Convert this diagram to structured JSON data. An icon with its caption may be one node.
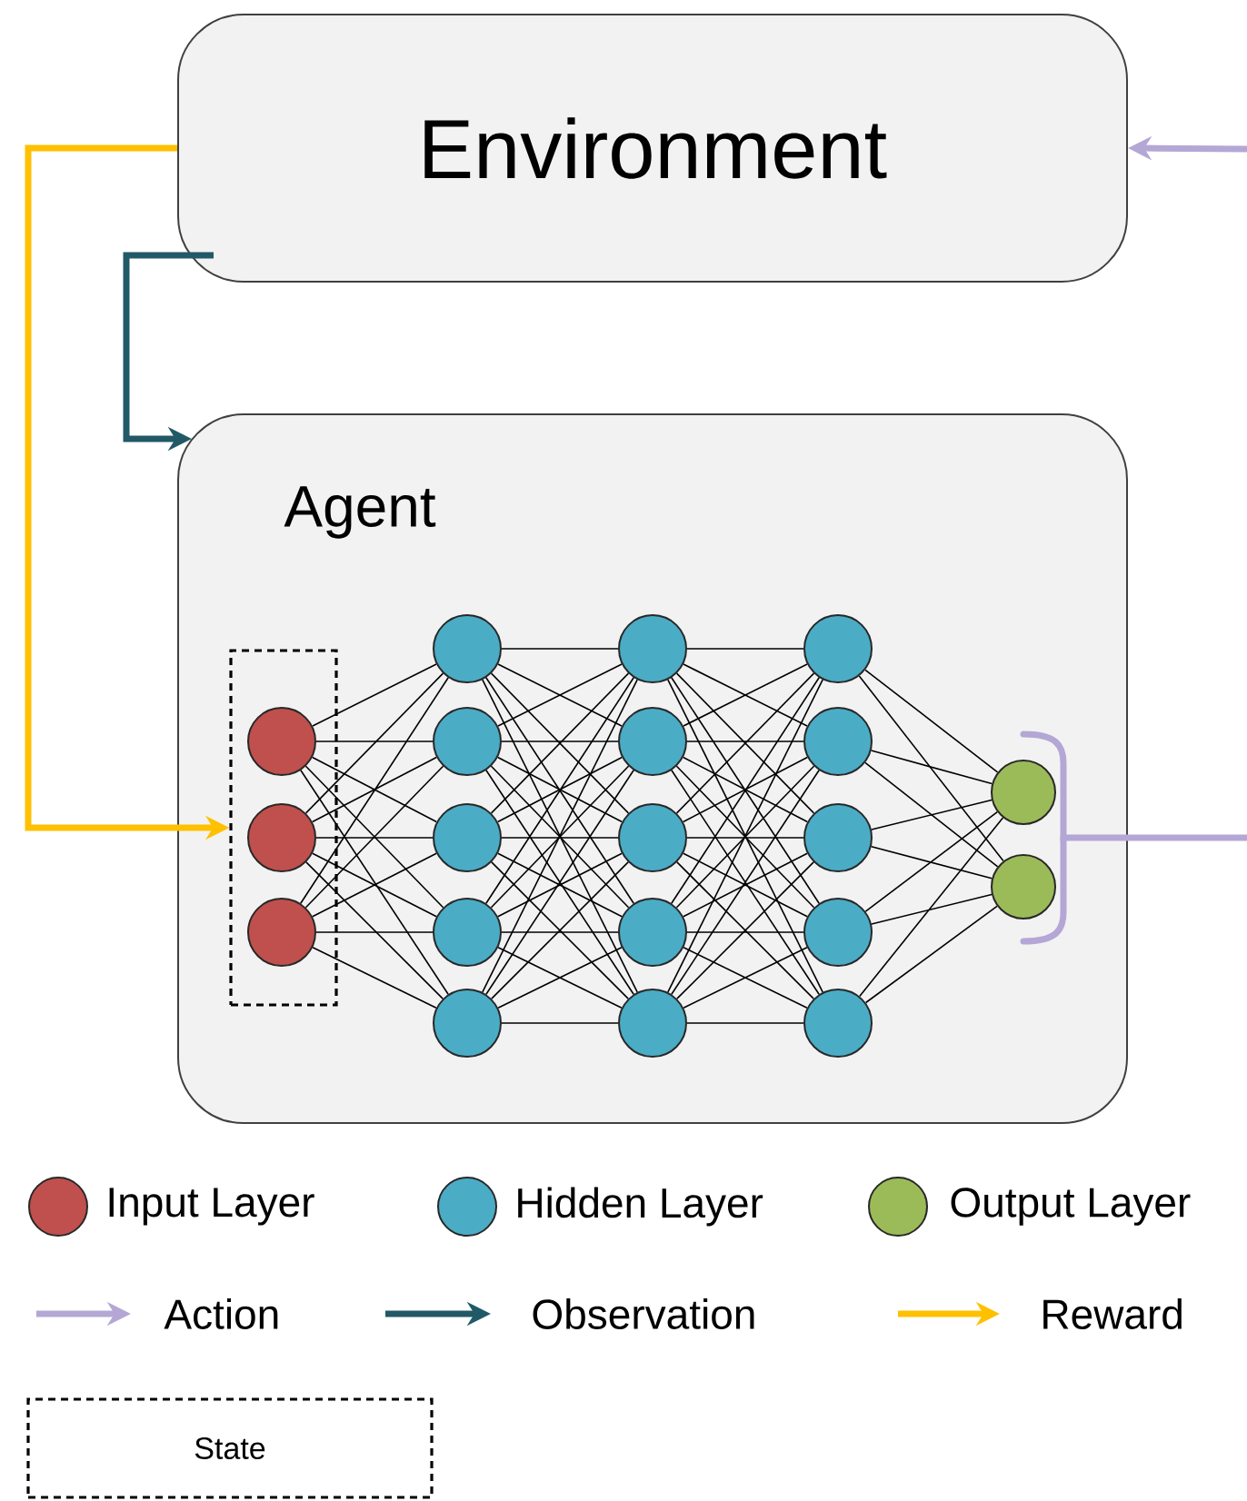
{
  "diagram": {
    "nodes": [
      {
        "text": [
          "Environment"
        ]
      },
      {
        "text": [
          "Agent"
        ]
      },
      {
        "text": [],
        "shape": "box",
        "in": 1
      },
      {
        "text": [],
        "shape": "circle",
        "in": 2
      },
      {
        "text": [],
        "shape": "circle",
        "in": 2
      },
      {
        "text": [],
        "shape": "circle",
        "in": 2
      },
      {
        "text": [],
        "shape": "circle",
        "in": 1
      },
      {
        "text": [],
        "shape": "circle",
        "in": 1
      },
      {
        "text": [],
        "shape": "circle",
        "in": 1
      },
      {
        "text": [],
        "shape": "circle",
        "in": 1
      },
      {
        "text": [],
        "shape": "circle",
        "in": 1
      },
      {
        "text": [],
        "shape": "circle",
        "in": 1
      },
      {
        "text": [],
        "shape": "circle",
        "in": 1
      },
      {
        "text": [],
        "shape": "circle",
        "in": 1
      },
      {
        "text": [],
        "shape": "circle",
        "in": 1
      },
      {
        "text": [],
        "shape": "circle",
        "in": 1
      },
      {
        "text": [],
        "shape": "circle",
        "in": 1
      },
      {
        "text": [],
        "shape": "circle",
        "in": 1
      },
      {
        "text": [],
        "shape": "circle",
        "in": 1
      },
      {
        "text": [],
        "shape": "circle",
        "in": 1
      },
      {
        "text": [],
        "shape": "circle",
        "in": 1
      },
      {
        "text": [],
        "shape": "circle",
        "in": 1
      },
      {
        "text": [],
        "shape": "circle",
        "in": 1
      }
    ],
    "edges": [
      {
        "from": 0,
        "to": 1,
        "arrow": "to",
        "style": "thick",
        "color": "#215967"
      },
      {
        "from": 0,
        "to": 2,
        "arrow": "to",
        "style": "thick",
        "color": "#ffc000"
      },
      {
        "from": null,
        "to": 0,
        "arrow": "to",
        "style": "thick",
        "color": "#b4a7d6"
      },
      {
        "from": 21,
        "to": null,
        "arrow": "none",
        "style": "thick",
        "color": "#b4a7d6"
      },
      {
        "from": 22,
        "to": null,
        "arrow": "none",
        "style": "thick",
        "color": "#b4a7d6"
      },
      {
        "from": 3,
        "to": 6,
        "arrow": "none"
      },
      {
        "from": 3,
        "to": 7,
        "arrow": "none"
      },
      {
        "from": 3,
        "to": 8,
        "arrow": "none"
      },
      {
        "from": 3,
        "to": 9,
        "arrow": "none"
      },
      {
        "from": 3,
        "to": 10,
        "arrow": "none"
      },
      {
        "from": 4,
        "to": 6,
        "arrow": "none"
      },
      {
        "from": 4,
        "to": 7,
        "arrow": "none"
      },
      {
        "from": 4,
        "to": 8,
        "arrow": "none"
      },
      {
        "from": 4,
        "to": 9,
        "arrow": "none"
      },
      {
        "from": 4,
        "to": 10,
        "arrow": "none"
      },
      {
        "from": 5,
        "to": 6,
        "arrow": "none"
      },
      {
        "from": 5,
        "to": 7,
        "arrow": "none"
      },
      {
        "from": 5,
        "to": 8,
        "arrow": "none"
      },
      {
        "from": 5,
        "to": 9,
        "arrow": "none"
      },
      {
        "from": 5,
        "to": 10,
        "arrow": "none"
      },
      {
        "from": 6,
        "to": 11,
        "arrow": "none"
      },
      {
        "from": 6,
        "to": 12,
        "arrow": "none"
      },
      {
        "from": 6,
        "to": 13,
        "arrow": "none"
      },
      {
        "from": 6,
        "to": 14,
        "arrow": "none"
      },
      {
        "from": 6,
        "to": 15,
        "arrow": "none"
      },
      {
        "from": 7,
        "to": 11,
        "arrow": "none"
      },
      {
        "from": 7,
        "to": 12,
        "arrow": "none"
      },
      {
        "from": 7,
        "to": 13,
        "arrow": "none"
      },
      {
        "from": 7,
        "to": 14,
        "arrow": "none"
      },
      {
        "from": 7,
        "to": 15,
        "arrow": "none"
      },
      {
        "from": 8,
        "to": 11,
        "arrow": "none"
      },
      {
        "from": 8,
        "to": 12,
        "arrow": "none"
      },
      {
        "from": 8,
        "to": 13,
        "arrow": "none"
      },
      {
        "from": 8,
        "to": 14,
        "arrow": "none"
      },
      {
        "from": 8,
        "to": 15,
        "arrow": "none"
      },
      {
        "from": 9,
        "to": 11,
        "arrow": "none"
      },
      {
        "from": 9,
        "to": 12,
        "arrow": "none"
      },
      {
        "from": 9,
        "to": 13,
        "arrow": "none"
      },
      {
        "from": 9,
        "to": 14,
        "arrow": "none"
      },
      {
        "from": 9,
        "to": 15,
        "arrow": "none"
      },
      {
        "from": 10,
        "to": 11,
        "arrow": "none"
      },
      {
        "from": 10,
        "to": 12,
        "arrow": "none"
      },
      {
        "from": 10,
        "to": 13,
        "arrow": "none"
      },
      {
        "from": 10,
        "to": 14,
        "arrow": "none"
      },
      {
        "from": 10,
        "to": 15,
        "arrow": "none"
      },
      {
        "from": 11,
        "to": 16,
        "arrow": "none"
      },
      {
        "from": 11,
        "to": 17,
        "arrow": "none"
      },
      {
        "from": 11,
        "to": 18,
        "arrow": "none"
      },
      {
        "from": 11,
        "to": 19,
        "arrow": "none"
      },
      {
        "from": 11,
        "to": 20,
        "arrow": "none"
      },
      {
        "from": 12,
        "to": 16,
        "arrow": "none"
      },
      {
        "from": 12,
        "to": 17,
        "arrow": "none"
      },
      {
        "from": 12,
        "to": 18,
        "arrow": "none"
      },
      {
        "from": 12,
        "to": 19,
        "arrow": "none"
      },
      {
        "from": 12,
        "to": 20,
        "arrow": "none"
      },
      {
        "from": 13,
        "to": 16,
        "arrow": "none"
      },
      {
        "from": 13,
        "to": 17,
        "arrow": "none"
      },
      {
        "from": 13,
        "to": 18,
        "arrow": "none"
      },
      {
        "from": 13,
        "to": 19,
        "arrow": "none"
      },
      {
        "from": 13,
        "to": 20,
        "arrow": "none"
      },
      {
        "from": 14,
        "to": 16,
        "arrow": "none"
      },
      {
        "from": 14,
        "to": 17,
        "arrow": "none"
      },
      {
        "from": 14,
        "to": 18,
        "arrow": "none"
      },
      {
        "from": 14,
        "to": 19,
        "arrow": "none"
      },
      {
        "from": 14,
        "to": 20,
        "arrow": "none"
      },
      {
        "from": 15,
        "to": 16,
        "arrow": "none"
      },
      {
        "from": 15,
        "to": 17,
        "arrow": "none"
      },
      {
        "from": 15,
        "to": 18,
        "arrow": "none"
      },
      {
        "from": 15,
        "to": 19,
        "arrow": "none"
      },
      {
        "from": 15,
        "to": 20,
        "arrow": "none"
      },
      {
        "from": 16,
        "to": 21,
        "arrow": "none"
      },
      {
        "from": 16,
        "to": 22,
        "arrow": "none"
      },
      {
        "from": 17,
        "to": 21,
        "arrow": "none"
      },
      {
        "from": 17,
        "to": 22,
        "arrow": "none"
      },
      {
        "from": 18,
        "to": 21,
        "arrow": "none"
      },
      {
        "from": 18,
        "to": 22,
        "arrow": "none"
      },
      {
        "from": 19,
        "to": 21,
        "arrow": "none"
      },
      {
        "from": 19,
        "to": 22,
        "arrow": "none"
      },
      {
        "from": 20,
        "to": 21,
        "arrow": "none"
      },
      {
        "from": 20,
        "to": 22,
        "arrow": "none"
      }
    ],
    "legend": [
      {
        "text": "Input Layer",
        "color": "#c0504d"
      },
      {
        "text": "Hidden Layer",
        "color": "#4bacc6"
      },
      {
        "text": "Output Layer",
        "color": "#9bbb59"
      },
      {
        "text": "Action"
      },
      {
        "text": "Observation"
      },
      {
        "text": "Reward"
      },
      {
        "text": "State"
      }
    ]
  }
}
